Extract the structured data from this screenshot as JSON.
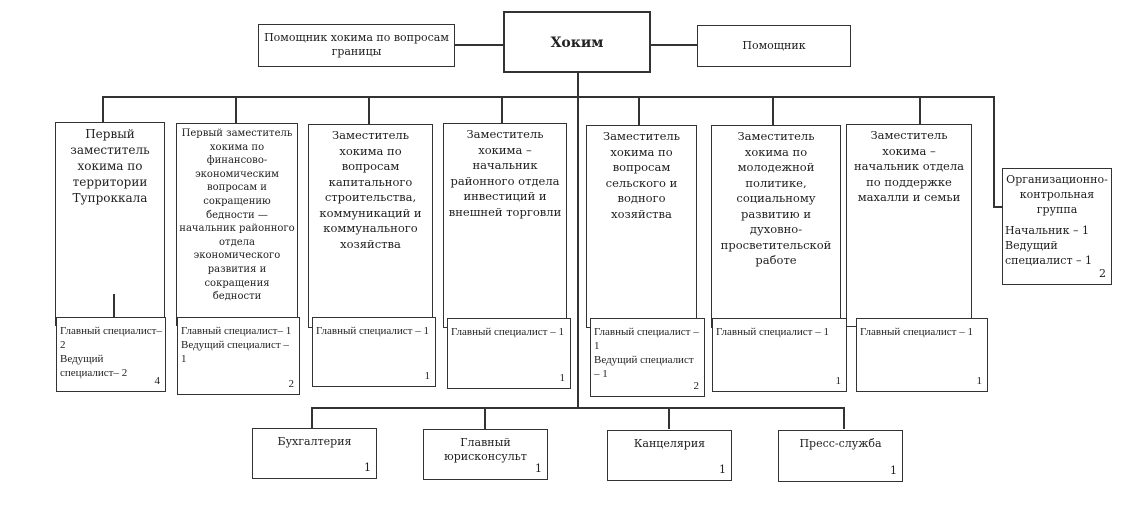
{
  "head": {
    "title": "Хоким"
  },
  "assistants": [
    {
      "label": "Помощник хокима по вопросам границы"
    },
    {
      "label": "Помощник"
    }
  ],
  "deputies": [
    {
      "label": "Первый заместитель хокима по территории Тупроккала",
      "staff": [
        "Главный специалист– 2",
        "Ведущий специалист– 2"
      ],
      "count": "4"
    },
    {
      "label": "Первый заместитель хокима по финансово-экономическим вопросам и сокращению бедности — начальник районного отдела экономического развития и сокращения бедности",
      "staff": [
        "Главный специалист– 1",
        "Ведущий специалист – 1"
      ],
      "count": "2"
    },
    {
      "label": "Заместитель хокима по вопросам капитального строительства, коммуникаций и коммунального хозяйства",
      "staff": [
        "Главный специалист – 1"
      ],
      "count": "1"
    },
    {
      "label": "Заместитель хокима – начальник районного отдела инвестиций и внешней торговли",
      "staff": [
        "Главный специалист – 1"
      ],
      "count": "1"
    },
    {
      "label": "Заместитель хокима по вопросам сельского и водного хозяйства",
      "staff": [
        "Главный специалист – 1",
        "Ведущий специалист – 1"
      ],
      "count": "2"
    },
    {
      "label": "Заместитель хокима по молодежной политике, социальному развитию и духовно-просветительской работе",
      "staff": [
        "Главный специалист – 1"
      ],
      "count": "1"
    },
    {
      "label": "Заместитель хокима – начальник отдела по поддержке махалли и семьи",
      "staff": [
        "Главный специалист – 1"
      ],
      "count": "1"
    }
  ],
  "org_group": {
    "label": "Организационно-контрольная группа",
    "staff": [
      "Начальник – 1",
      "Ведущий специалист – 1"
    ],
    "count": "2"
  },
  "units": [
    {
      "label": "Бухгалтерия",
      "count": "1"
    },
    {
      "label": "Главный юрисконсульт",
      "count": "1"
    },
    {
      "label": "Канцелярия",
      "count": "1"
    },
    {
      "label": "Пресс-служба",
      "count": "1"
    }
  ]
}
